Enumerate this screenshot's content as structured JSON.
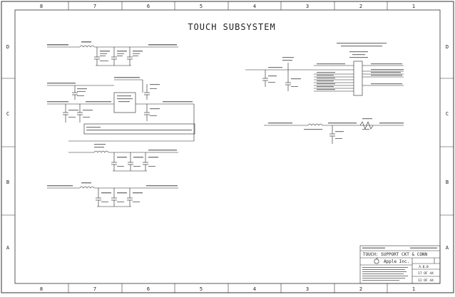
{
  "sheet": {
    "title": "TOUCH SUBSYSTEM",
    "columns": [
      "8",
      "7",
      "6",
      "5",
      "4",
      "3",
      "2",
      "1"
    ],
    "rows": [
      "D",
      "C",
      "B",
      "A"
    ]
  },
  "title_block": {
    "subtitle": "TOUCH: SUPPORT CKT & CONN",
    "company": "Apple Inc.",
    "revision": "A.0.0",
    "sheet_number": "17 OF 44",
    "page_number": "12 OF 44"
  },
  "colors": {
    "ink": "#222222",
    "border": "#333333",
    "accent_red": "#cc3333"
  }
}
